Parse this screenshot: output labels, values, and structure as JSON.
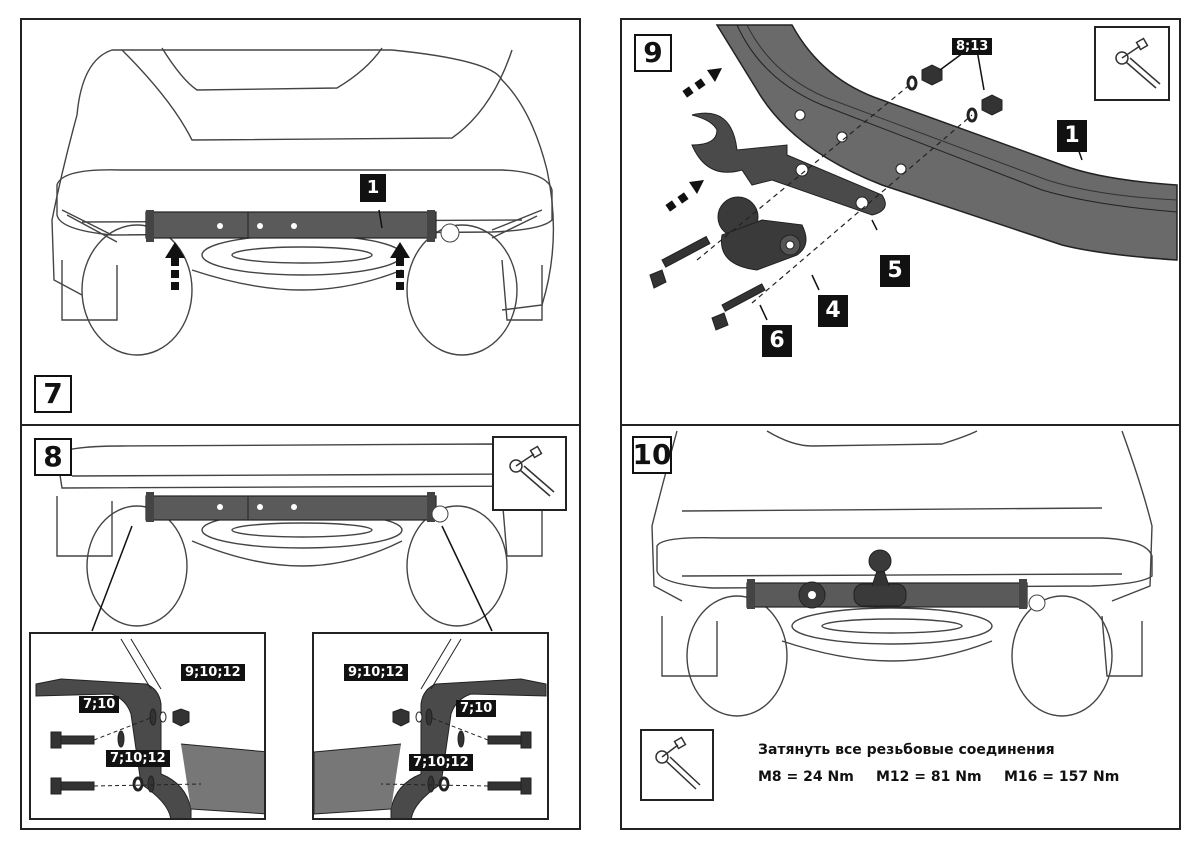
{
  "document": {
    "type": "tow-bar installation instructions",
    "colors": {
      "part_fill": "#5a5a5a",
      "line": "#333333",
      "label_bg": "#111111",
      "label_text": "#ffffff"
    }
  },
  "steps": [
    {
      "number": "7",
      "part_labels": [
        "1"
      ],
      "note": "raise crossbar into position (dashed arrows)"
    },
    {
      "number": "8",
      "inset_left": {
        "labels": [
          "9;10;12",
          "7;10",
          "7;10;12"
        ]
      },
      "inset_right": {
        "labels": [
          "9;10;12",
          "7;10",
          "7;10;12"
        ]
      },
      "wrench_icon": "wrench-icon"
    },
    {
      "number": "9",
      "part_labels": [
        "8;13",
        "1",
        "5",
        "4",
        "6"
      ],
      "wrench_icon": "wrench-icon"
    },
    {
      "number": "10",
      "wrench_icon": "wrench-icon"
    }
  ],
  "torque": {
    "heading": "Затянуть все резьбовые соединения",
    "values": [
      "M8 = 24 Nm",
      "M12 = 81 Nm",
      "M16 = 157 Nm"
    ]
  }
}
